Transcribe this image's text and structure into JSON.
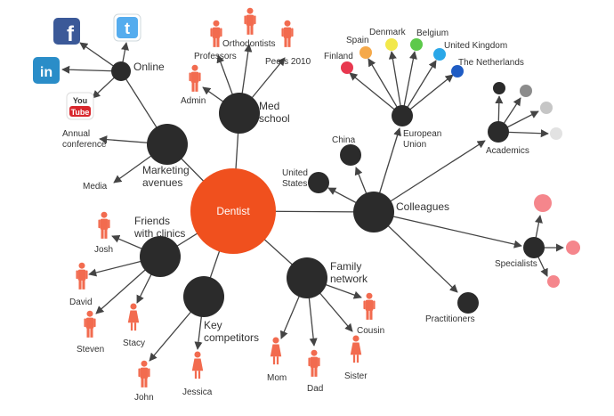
{
  "center": {
    "label": "Dentist",
    "color": "#f0501e"
  },
  "online": {
    "label": "Online",
    "icons": [
      {
        "name": "facebook-icon",
        "glyph": "f",
        "color": "#3b5998"
      },
      {
        "name": "twitter-icon",
        "glyph": "t",
        "color": "#55acee"
      },
      {
        "name": "linkedin-icon",
        "glyph": "in",
        "color": "#2a8dc8"
      },
      {
        "name": "youtube-icon",
        "glyph_top": "You",
        "glyph_bottom": "Tube",
        "color": "#d8262c"
      }
    ]
  },
  "med_school": {
    "label_line1": "Med",
    "label_line2": "school",
    "people": [
      "Professors",
      "Orthodontists",
      "Peers 2010",
      "Admin"
    ]
  },
  "marketing": {
    "label_line1": "Marketing",
    "label_line2": "avenues",
    "items": [
      {
        "line1": "Annual",
        "line2": "conference"
      },
      {
        "line1": "Media",
        "line2": ""
      }
    ]
  },
  "friends": {
    "label_line1": "Friends",
    "label_line2": "with clinics",
    "people": [
      "Josh",
      "David",
      "Steven",
      "Stacy"
    ]
  },
  "competitors": {
    "label_line1": "Key",
    "label_line2": "competitors",
    "people": [
      "John",
      "Jessica"
    ]
  },
  "family": {
    "label_line1": "Family",
    "label_line2": "network",
    "people": [
      "Mom",
      "Dad",
      "Sister",
      "Cousin"
    ]
  },
  "colleagues": {
    "label": "Colleagues",
    "china": "China",
    "us_line1": "United",
    "us_line2": "States",
    "eu_line1": "European",
    "eu_line2": "Union",
    "countries": [
      {
        "name": "Finland",
        "color": "#e8384f"
      },
      {
        "name": "Spain",
        "color": "#f5a94a"
      },
      {
        "name": "Denmark",
        "color": "#f2e84a"
      },
      {
        "name": "Belgium",
        "color": "#5cc94a"
      },
      {
        "name": "United Kingdom",
        "color": "#2aa7e8"
      },
      {
        "name": "The Netherlands",
        "color": "#1f5cc4"
      }
    ],
    "academics": "Academics",
    "specialists": "Specialists",
    "practitioners": "Practitioners"
  },
  "colors": {
    "node": "#2b2b2b",
    "edge": "#444444",
    "person": "#f26b4f",
    "grey_shades": [
      "#2b2b2b",
      "#8c8c8c",
      "#c6c6c6",
      "#e2e2e2"
    ],
    "pink_shades": [
      "#f5868c",
      "#f5868c",
      "#f5868c"
    ]
  }
}
